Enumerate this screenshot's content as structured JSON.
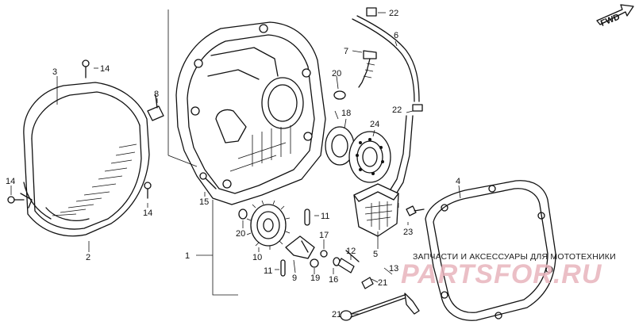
{
  "direction_label": "FWD",
  "callouts": [
    {
      "id": "c1",
      "text": "1"
    },
    {
      "id": "c2",
      "text": "2"
    },
    {
      "id": "c3",
      "text": "3"
    },
    {
      "id": "c4",
      "text": "4"
    },
    {
      "id": "c5",
      "text": "5"
    },
    {
      "id": "c6",
      "text": "6"
    },
    {
      "id": "c7",
      "text": "7"
    },
    {
      "id": "c8",
      "text": "8"
    },
    {
      "id": "c9",
      "text": "9"
    },
    {
      "id": "c10",
      "text": "10"
    },
    {
      "id": "c11a",
      "text": "11"
    },
    {
      "id": "c11b",
      "text": "11"
    },
    {
      "id": "c12",
      "text": "12"
    },
    {
      "id": "c13",
      "text": "13"
    },
    {
      "id": "c14a",
      "text": "14"
    },
    {
      "id": "c14b",
      "text": "14"
    },
    {
      "id": "c14c",
      "text": "14"
    },
    {
      "id": "c15",
      "text": "15"
    },
    {
      "id": "c16",
      "text": "16"
    },
    {
      "id": "c17",
      "text": "17"
    },
    {
      "id": "c18",
      "text": "18"
    },
    {
      "id": "c19",
      "text": "19"
    },
    {
      "id": "c20a",
      "text": "20"
    },
    {
      "id": "c20b",
      "text": "20"
    },
    {
      "id": "c21",
      "text": "21"
    },
    {
      "id": "c22a",
      "text": "22"
    },
    {
      "id": "c22b",
      "text": "22"
    },
    {
      "id": "c23",
      "text": "23"
    },
    {
      "id": "c24",
      "text": "24"
    }
  ],
  "caption": "ЗАПЧАСТИ И АКСЕССУАРЫ ДЛЯ МОТОТЕХНИКИ",
  "watermark": "PARTSFOR.RU"
}
